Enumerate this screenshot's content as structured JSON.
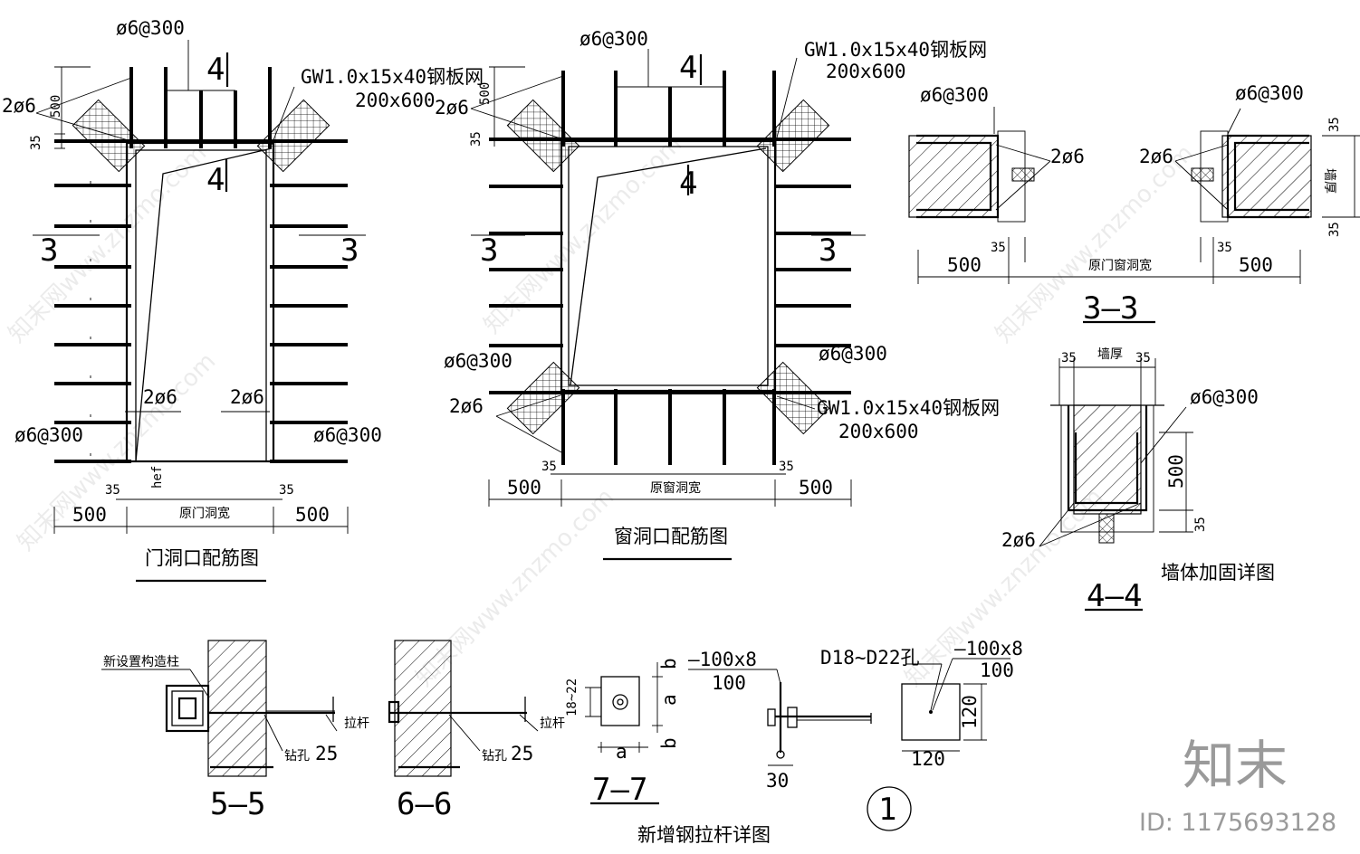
{
  "door": {
    "top_spacing": "ø6@300",
    "mesh_spec": "GW1.0x15x40钢板网",
    "mesh_size": "200x600",
    "corner_bars": "2ø6",
    "dim_500": "500",
    "dim_35": "35",
    "section_4": "4",
    "section_3": "3",
    "left_bars": "2ø6",
    "right_bars": "2ø6",
    "left_spacing": "ø6@300",
    "right_spacing": "ø6@300",
    "hef": "hef",
    "opening_width": "原门洞宽",
    "title": "门洞口配筋图"
  },
  "window": {
    "top_spacing": "ø6@300",
    "mesh_spec_top": "GW1.0x15x40钢板网",
    "mesh_size_top": "200x600",
    "corner_bars_top": "2ø6",
    "dim_500": "500",
    "dim_35": "35",
    "section_4": "4",
    "section_3": "3",
    "left_spacing": "ø6@300",
    "right_spacing": "ø6@300",
    "corner_bars_bottom": "2ø6",
    "mesh_spec_bottom": "GW1.0x15x40钢板网",
    "mesh_size_bottom": "200x600",
    "opening_width": "原窗洞宽",
    "title": "窗洞口配筋图"
  },
  "section_3_3": {
    "left_spacing": "ø6@300",
    "right_spacing": "ø6@300",
    "left_bars": "2ø6",
    "right_bars": "2ø6",
    "dim_35": "35",
    "dim_500": "500",
    "opening_width": "原门窗洞宽",
    "wall_thickness": "墙厚",
    "title": "3—3"
  },
  "section_4_4": {
    "dim_35": "35",
    "wall_thickness": "墙厚",
    "spacing": "ø6@300",
    "dim_500": "500",
    "bars": "2ø6",
    "subtitle": "墙体加固详图",
    "title": "4—4"
  },
  "section_5_5": {
    "new_column": "新设置构造柱",
    "tie_rod": "拉杆",
    "drill_hole": "钻孔",
    "dim_25": "25",
    "title": "5—5"
  },
  "section_6_6": {
    "tie_rod": "拉杆",
    "drill_hole": "钻孔",
    "dim_25": "25",
    "title": "6—6"
  },
  "section_7_7": {
    "dim_18_22": "18~22",
    "dim_a": "a",
    "dim_b": "b",
    "title": "7—7"
  },
  "tie_rod_detail": {
    "plate_spec": "—100x8",
    "plate_width": "100",
    "dim_30": "30",
    "hole_spec": "D18~D22孔",
    "plate_spec_2": "—100x8",
    "plate_width_2": "100",
    "dim_120_v": "120",
    "dim_120_h": "120",
    "detail_no": "1",
    "title": "新增钢拉杆详图"
  },
  "watermark": {
    "logo": "知末",
    "id": "ID: 1175693128",
    "site": "知末网www.znzmo.com"
  }
}
